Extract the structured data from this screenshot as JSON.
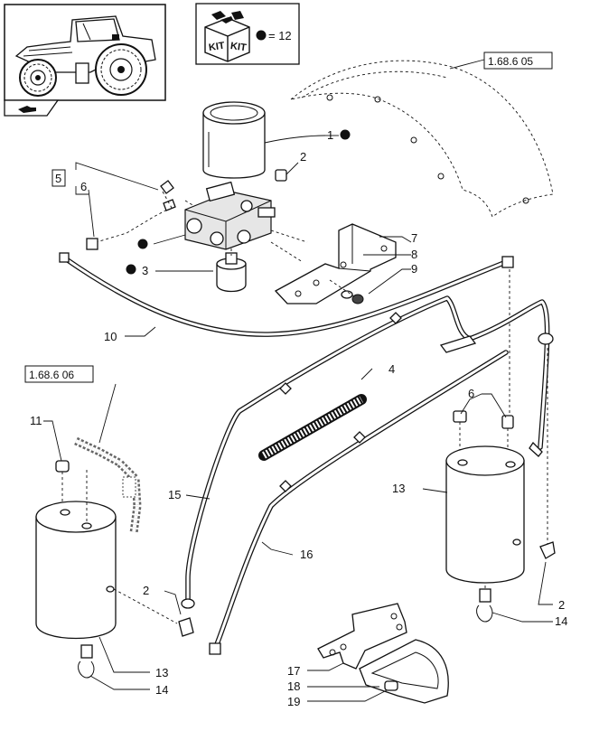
{
  "kit_box": {
    "logo_text": "KIT",
    "legend": "= 12"
  },
  "references": {
    "top_right": "1.68.6  05",
    "left": "1.68.6  06"
  },
  "labels": {
    "l1": "1",
    "l2a": "2",
    "l3": "3",
    "l4": "4",
    "l5": "5",
    "l6a": "6",
    "l7": "7",
    "l8": "8",
    "l9": "9",
    "l10": "10",
    "l11": "11",
    "l15": "15",
    "l2b": "2",
    "l6b": "6",
    "l13a": "13",
    "l16": "16",
    "l2c": "2",
    "l14a": "14",
    "l13b": "13",
    "l14b": "14",
    "l17": "17",
    "l18": "18",
    "l19": "19"
  }
}
